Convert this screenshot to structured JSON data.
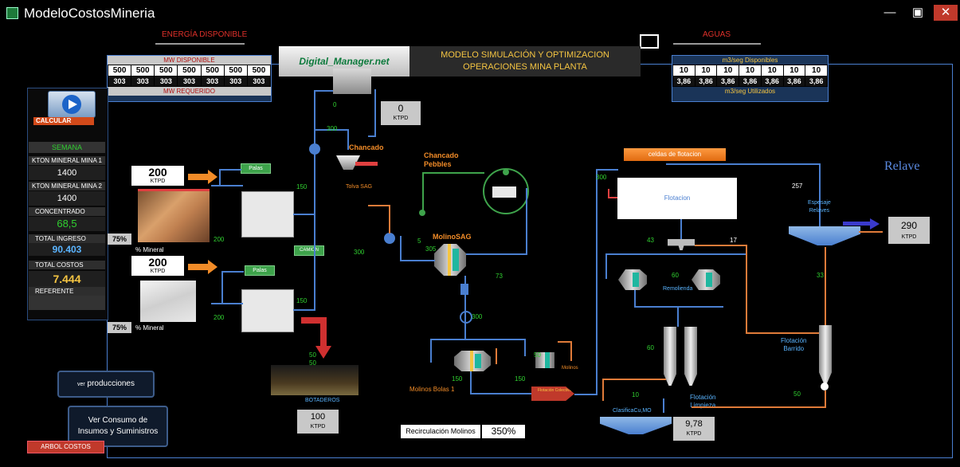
{
  "window": {
    "title": "ModeloCostosMineria",
    "controls": {
      "minimize": "—",
      "maximize": "▣",
      "close": "✕"
    }
  },
  "header": {
    "energia_label": "ENERGÍA DISPONIBLE",
    "aguas_label": "AGUAS",
    "logo_text": "Digital_Manager.net",
    "model_title_line1": "MODELO SIMULACIÓN Y OPTIMIZACION",
    "model_title_line2": "OPERACIONES  MINA  PLANTA"
  },
  "energy": {
    "disponible_label": "MW DISPONIBLE",
    "requerido_label": "MW  REQUERIDO",
    "disponible": [
      "500",
      "500",
      "500",
      "500",
      "500",
      "500",
      "500"
    ],
    "requerido": [
      "303",
      "303",
      "303",
      "303",
      "303",
      "303",
      "303"
    ]
  },
  "water": {
    "disponibles_label": "m3/seg Disponibles",
    "utilizados_label": "m3/seg Utilizados",
    "disponibles": [
      "10",
      "10",
      "10",
      "10",
      "10",
      "10",
      "10"
    ],
    "utilizados": [
      "3,86",
      "3,86",
      "3,86",
      "3,86",
      "3,86",
      "3,86",
      "3,86"
    ]
  },
  "left_panel": {
    "calcular_label": "CALCULAR",
    "semana_label": "SEMANA",
    "kton_mina1_label": "KTON MINERAL MINA 1",
    "kton_mina1": "1400",
    "kton_mina2_label": "KTON MINERAL MINA 2",
    "kton_mina2": "1400",
    "concentrado_label": "CONCENTRADO",
    "concentrado": "68,5",
    "total_ingreso_label": "TOTAL INGRESO",
    "total_ingreso": "90.403",
    "total_costos_label": "TOTAL COSTOS",
    "total_costos": "7.444",
    "referente_label": "REFERENTE",
    "ver_producciones_prefix": "ver",
    "ver_producciones": "producciones",
    "ver_consumo_line1": "Ver  Consumo de",
    "ver_consumo_line2": "Insumos y Suministros",
    "arbol_costos": "ARBOL COSTOS"
  },
  "mines": {
    "mina1_ktpd": "200",
    "mina2_ktpd": "200",
    "ktpd_unit": "KTPD",
    "mina1_pct": "75%",
    "mina2_pct": "75%",
    "pct_mineral_label": "% Mineral",
    "palas_label": "Palas",
    "camion_label": "CAMION"
  },
  "flow": {
    "stockpile_ktpd": "0",
    "chancado_label": "Chancado",
    "tolva_sag_label": "Tolva SAG",
    "chancado_pebbles_label": "Chancado\nPebbles",
    "molino_sag_label": "MolinoSAG",
    "molinos_bolas_label": "Molinos Bolas 1",
    "molinos_label": "Molinos",
    "flotacion_colectiva_label": "Flotación Colectiva",
    "botaderos_label": "BOTADEROS",
    "botaderos_ktpd": "100",
    "recirculacion_label": "Recirculación Molinos",
    "recirculacion_value": "350%",
    "celdas_label": "celdas de flotacion",
    "flotacion_label": "Flotacion",
    "remolienda_label": "Remolienda",
    "flotacion_barrido_label": "Flotación\nBarrido",
    "flotacion_limpieza_label": "Flotación\nLimpieza",
    "clasifica_label": "ClasificaCu,MO",
    "clasifica_ktpd": "9,78",
    "relave_label": "Relave",
    "espesaje_label": "Espesaje\nRelaves",
    "relave_ktpd": "290",
    "numbers": {
      "n300a": "300",
      "n150a": "150",
      "n200a": "200",
      "n150b": "150",
      "n200b": "200",
      "n300b": "300",
      "n5": "5",
      "n305": "305",
      "n73": "73",
      "n300c": "300",
      "n150c": "150",
      "n150d": "150",
      "n50a": "50",
      "n50b": "50",
      "n300d": "300",
      "n257": "257",
      "n43": "43",
      "n17": "17",
      "n60a": "60",
      "n60b": "60",
      "n33": "33",
      "n10": "10",
      "n50c": "50",
      "n0": "0"
    }
  }
}
